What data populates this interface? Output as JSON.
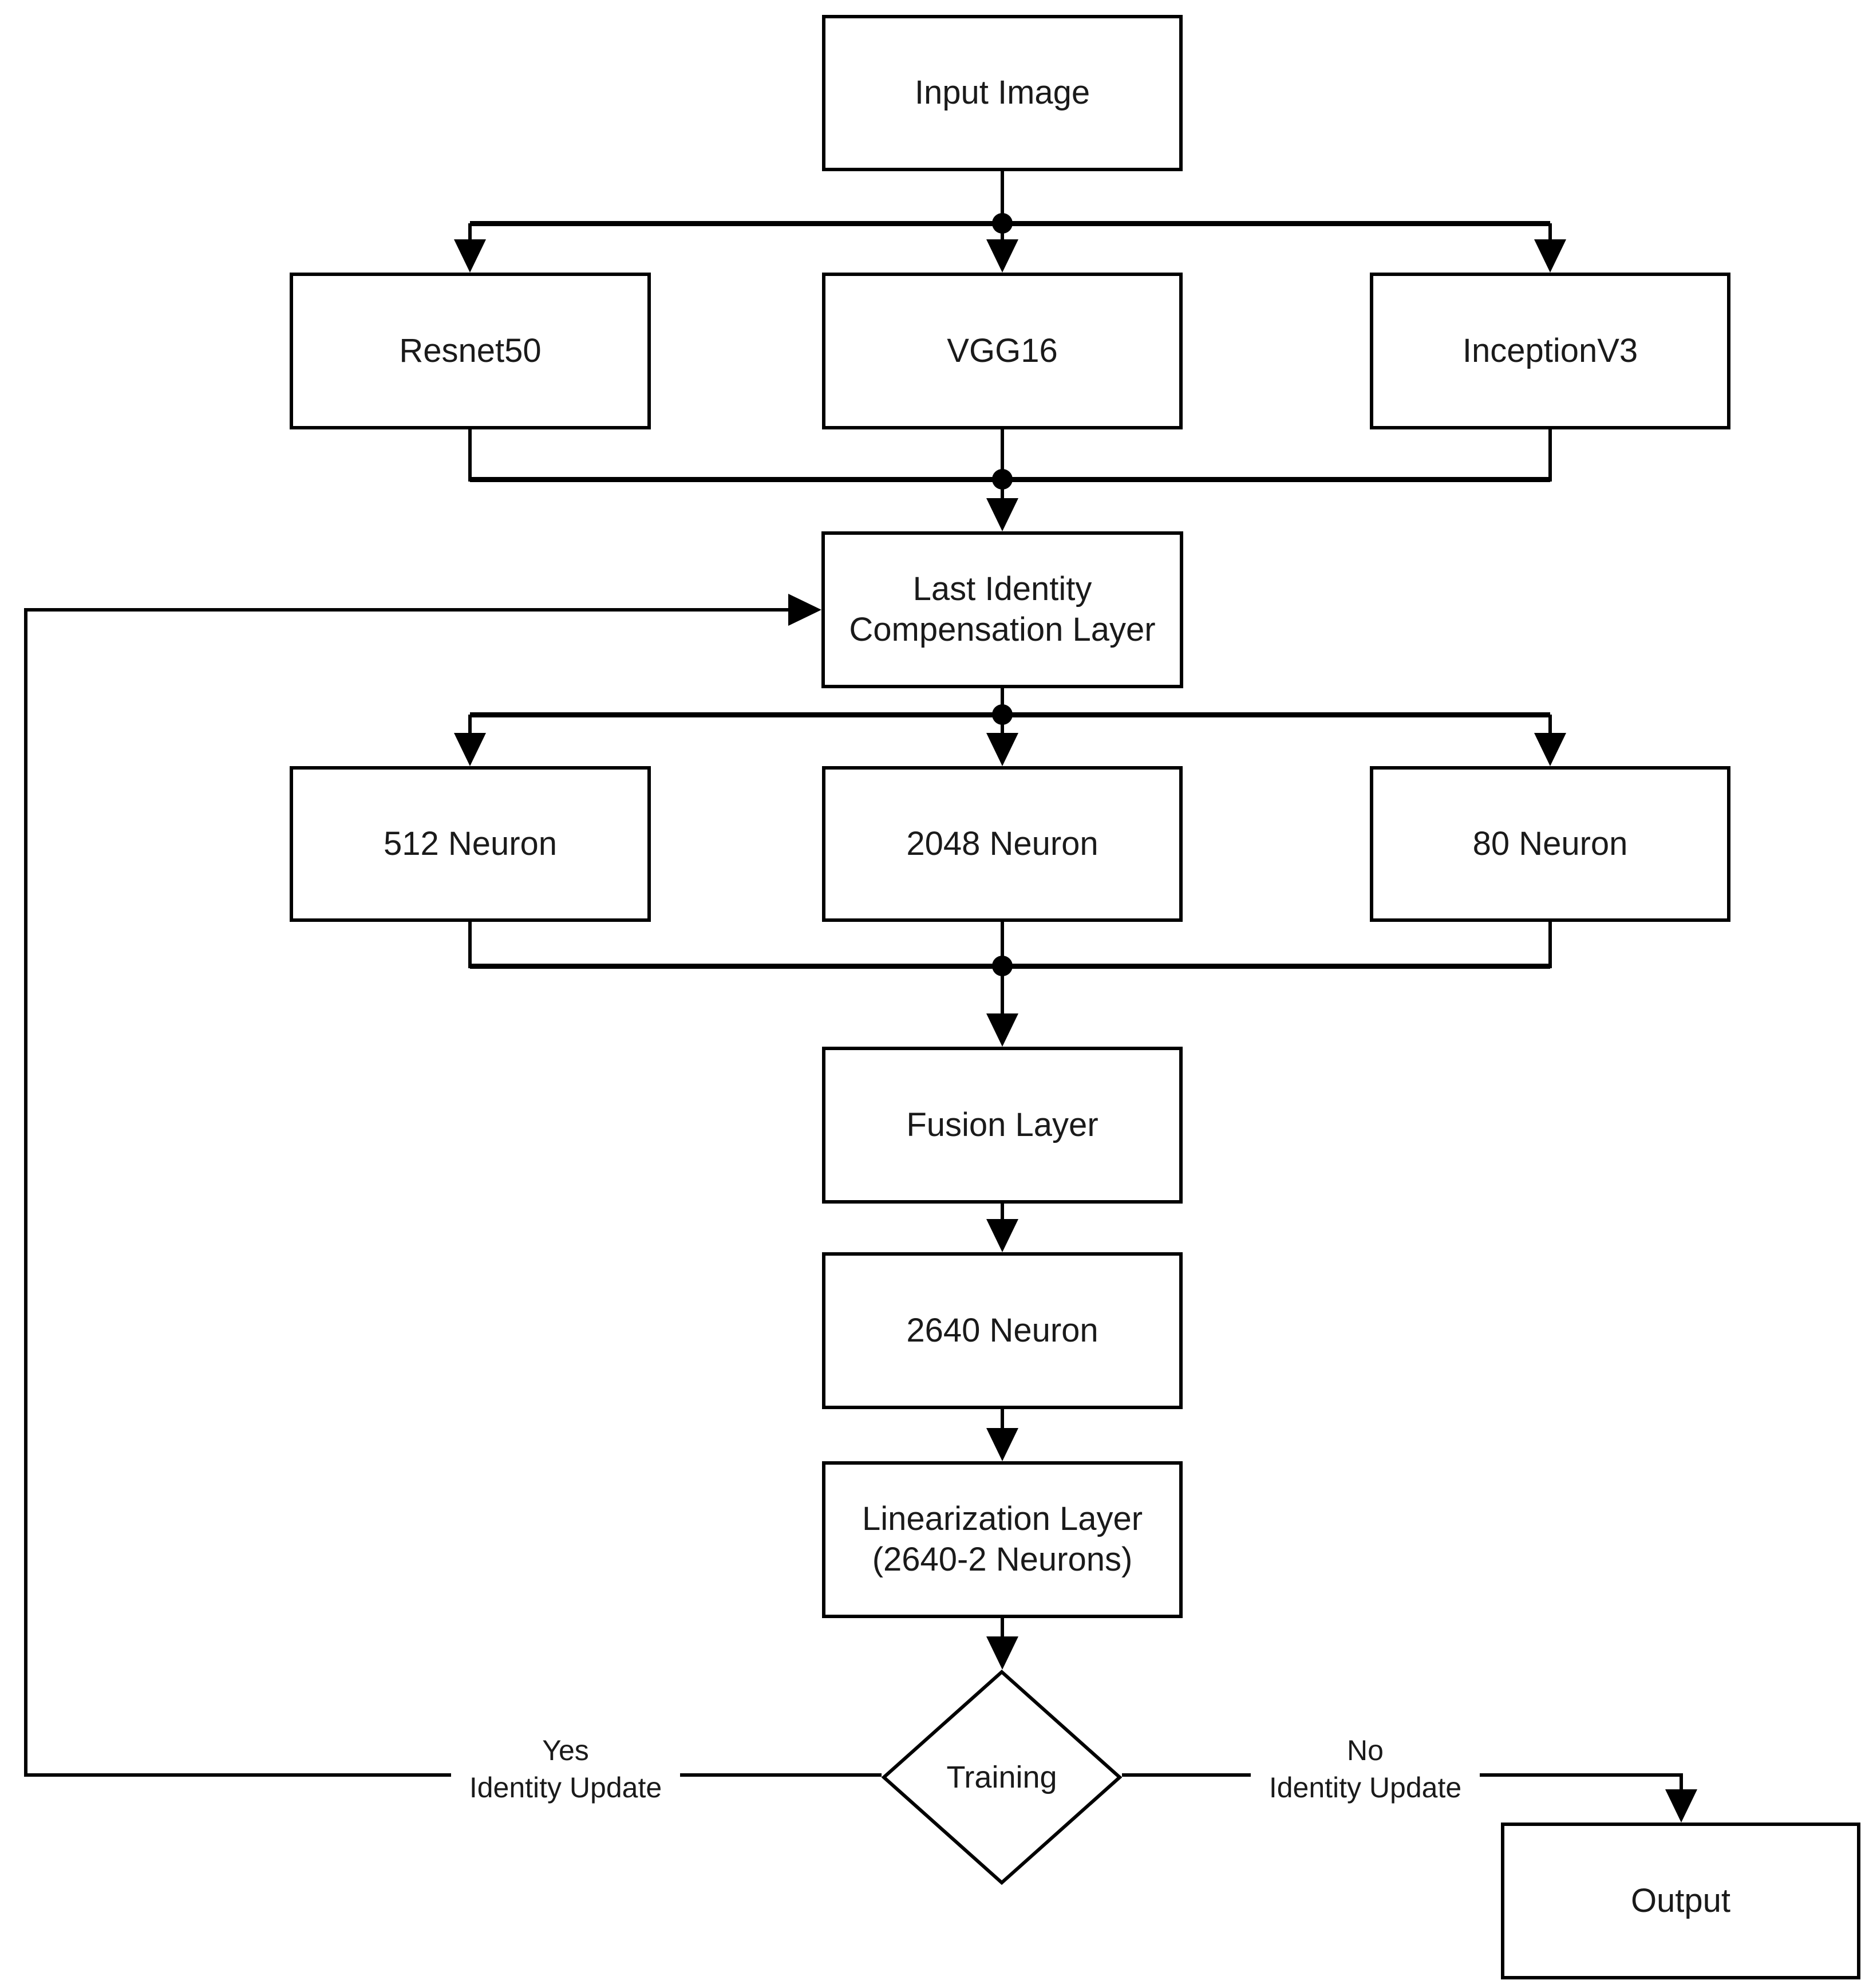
{
  "diagram": {
    "type": "flowchart",
    "colors": {
      "stroke": "#000000",
      "node_fill": "#ffffff",
      "text": "#1a1a1a",
      "background": "#ffffff"
    },
    "nodes": {
      "input_image": {
        "label": "Input Image"
      },
      "resnet50": {
        "label": "Resnet50"
      },
      "vgg16": {
        "label": "VGG16"
      },
      "inceptionv3": {
        "label": "InceptionV3"
      },
      "last_identity": {
        "line1": "Last Identity",
        "line2": "Compensation Layer"
      },
      "neuron_512": {
        "label": "512 Neuron"
      },
      "neuron_2048": {
        "label": "2048 Neuron"
      },
      "neuron_80": {
        "label": "80 Neuron"
      },
      "fusion_layer": {
        "label": "Fusion Layer"
      },
      "neuron_2640": {
        "label": "2640 Neuron"
      },
      "linearization": {
        "line1": "Linearization Layer",
        "line2": "(2640-2 Neurons)"
      },
      "training": {
        "label": "Training"
      },
      "output": {
        "label": "Output"
      }
    },
    "edge_labels": {
      "yes": {
        "line1": "Yes",
        "line2": "Identity Update"
      },
      "no": {
        "line1": "No",
        "line2": "Identity Update"
      }
    },
    "edges": [
      {
        "from": "input_image",
        "to": "resnet50"
      },
      {
        "from": "input_image",
        "to": "vgg16"
      },
      {
        "from": "input_image",
        "to": "inceptionv3"
      },
      {
        "from": "resnet50",
        "to": "last_identity"
      },
      {
        "from": "vgg16",
        "to": "last_identity"
      },
      {
        "from": "inceptionv3",
        "to": "last_identity"
      },
      {
        "from": "last_identity",
        "to": "neuron_512"
      },
      {
        "from": "last_identity",
        "to": "neuron_2048"
      },
      {
        "from": "last_identity",
        "to": "neuron_80"
      },
      {
        "from": "neuron_512",
        "to": "fusion_layer"
      },
      {
        "from": "neuron_2048",
        "to": "fusion_layer"
      },
      {
        "from": "neuron_80",
        "to": "fusion_layer"
      },
      {
        "from": "fusion_layer",
        "to": "neuron_2640"
      },
      {
        "from": "neuron_2640",
        "to": "linearization"
      },
      {
        "from": "linearization",
        "to": "training"
      },
      {
        "from": "training",
        "to": "last_identity",
        "label": "Yes Identity Update"
      },
      {
        "from": "training",
        "to": "output",
        "label": "No Identity Update"
      }
    ]
  }
}
